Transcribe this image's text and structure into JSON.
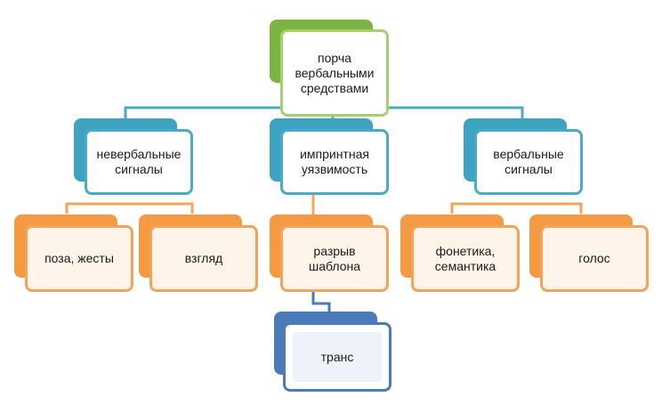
{
  "nodes": {
    "root": "порча\nвербальными\nсредствами",
    "nonverbal": "невербальные\nсигналы",
    "imprint": "импринтная\nуязвимость",
    "verbal": "вербальные\nсигналы",
    "pose": "поза, жесты",
    "gaze": "взгляд",
    "break": "разрыв\nшаблона",
    "phonetics": "фонетика,\nсемантика",
    "voice": "голос",
    "trance": "транс"
  },
  "colors": {
    "level0": "#7cb342",
    "level1": "#3ea3c0",
    "level2": "#f49a43",
    "level3": "#4a7ab8"
  }
}
